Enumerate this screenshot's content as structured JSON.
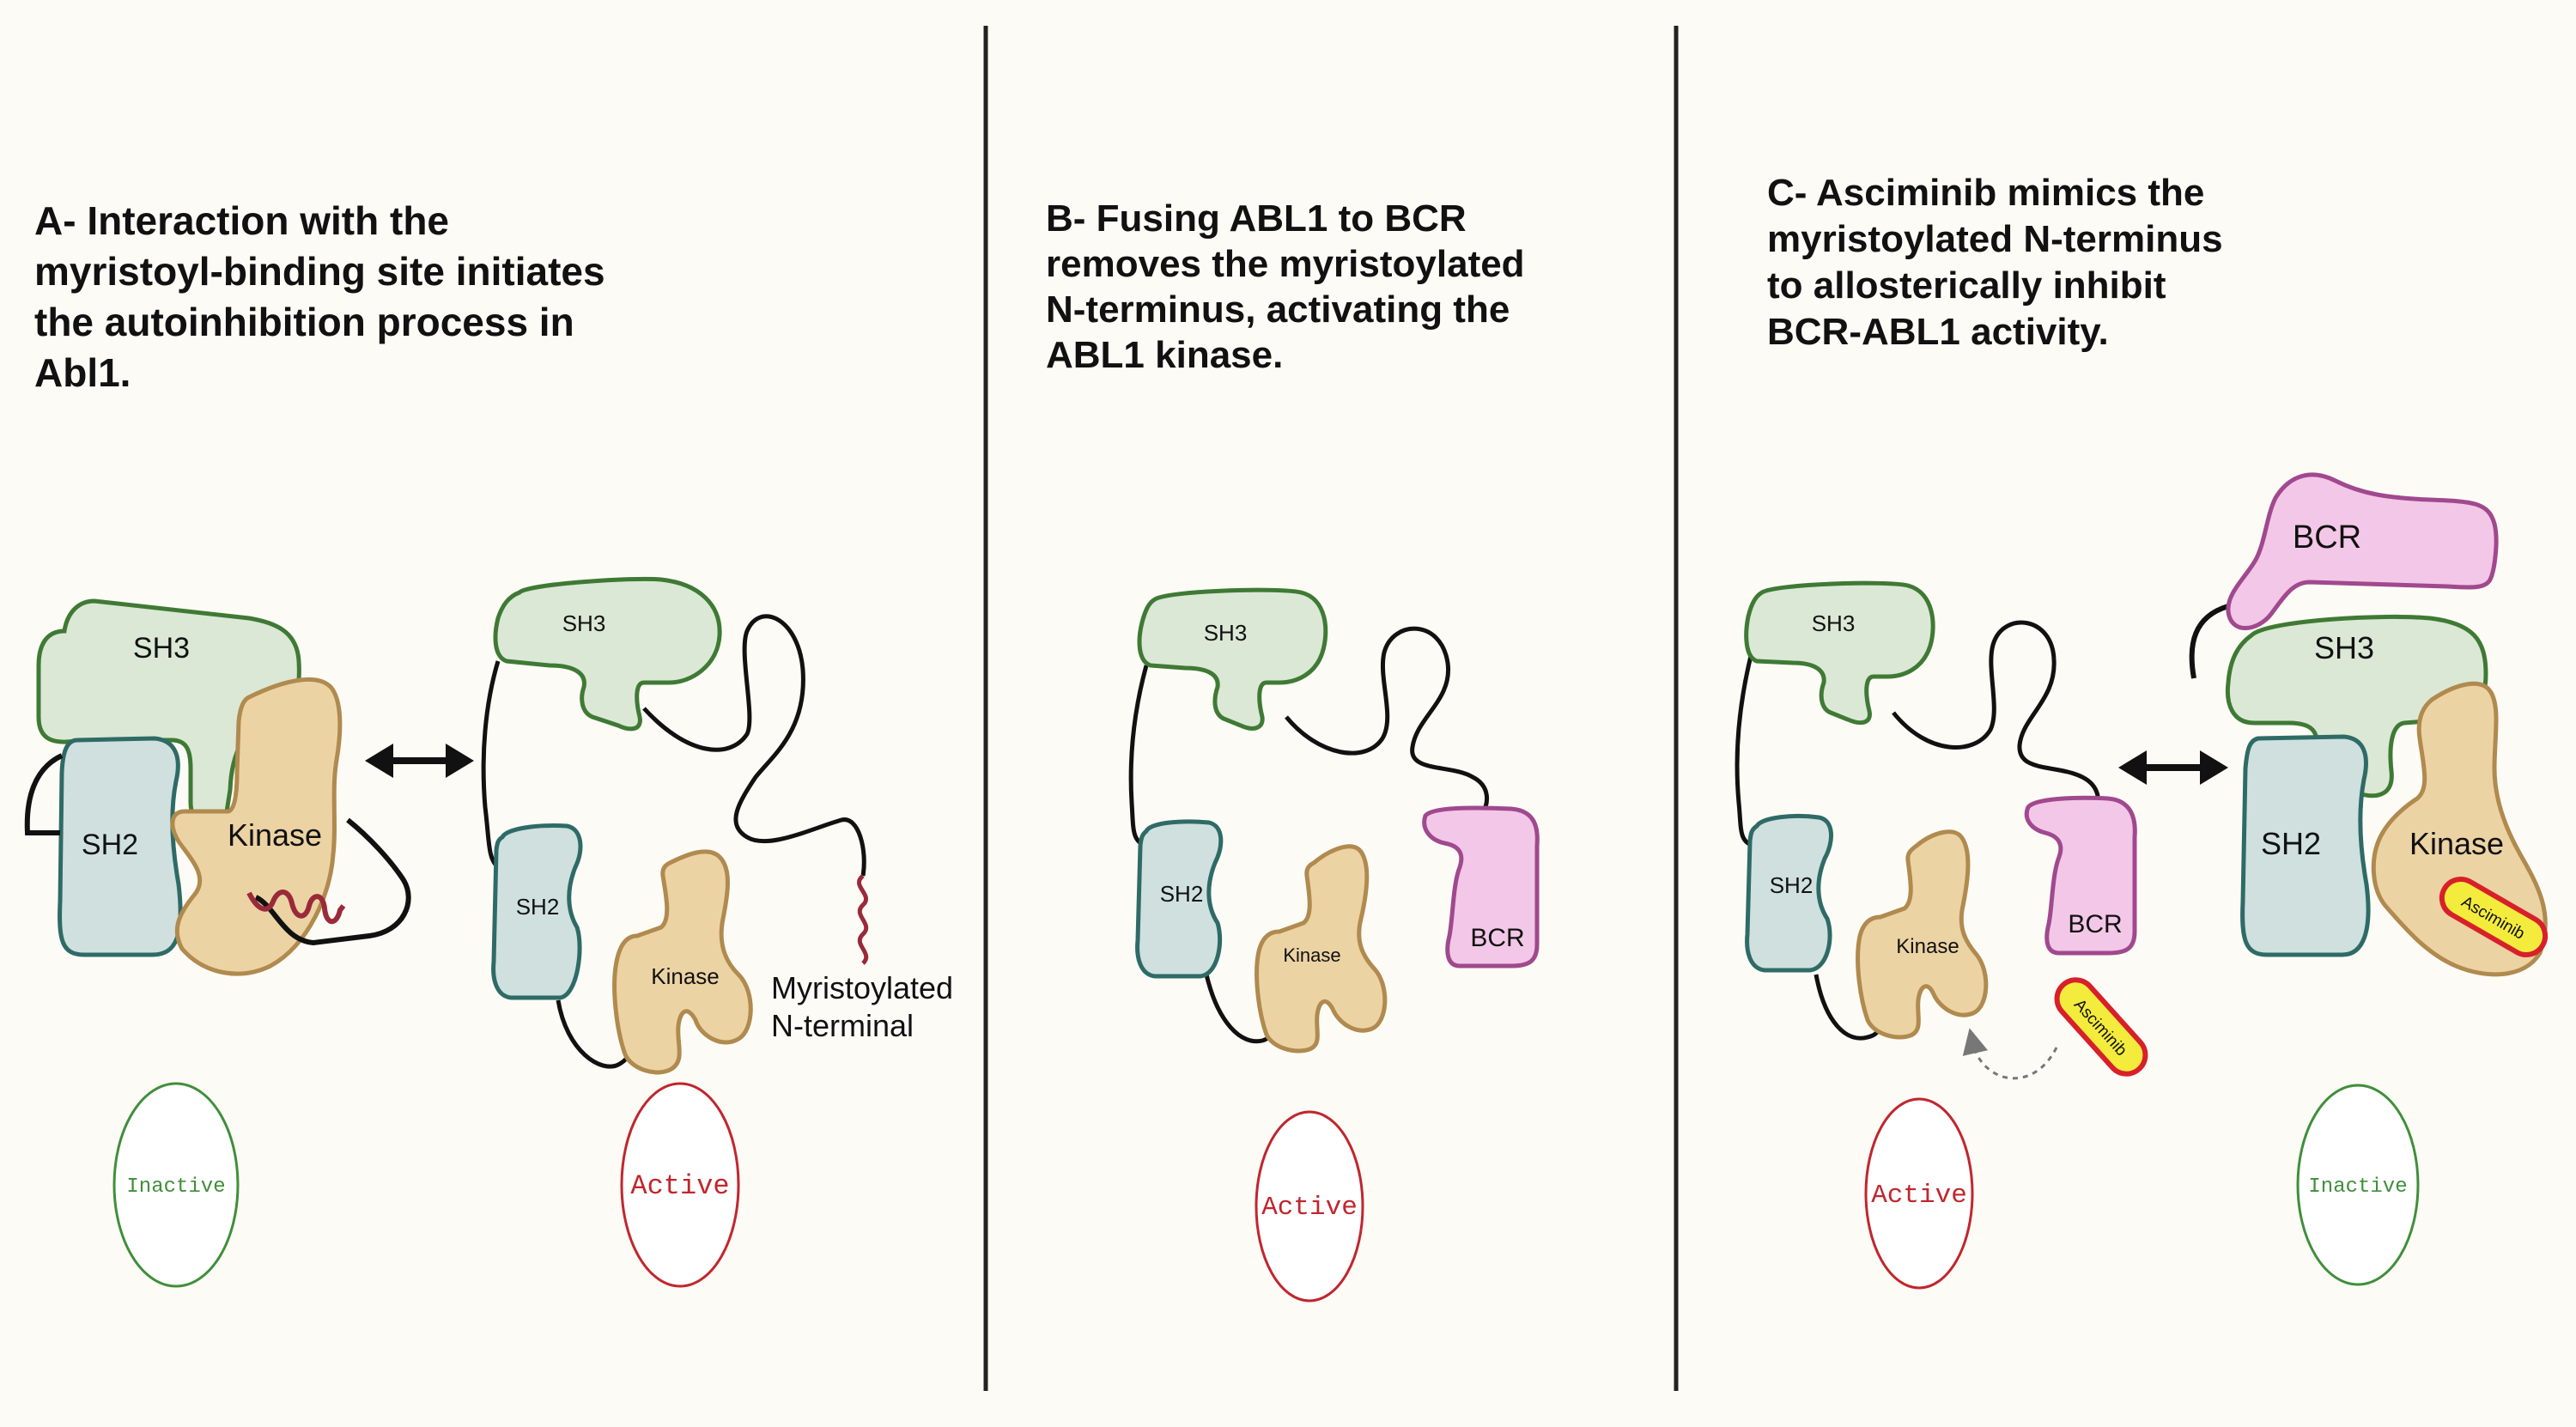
{
  "panels": {
    "a": {
      "title": "A- Interaction with the\nmyristoyl-binding site initiates\nthe autoinhibition process in\nAbl1.",
      "inactive": {
        "sh3": "SH3",
        "sh2": "SH2",
        "kinase": "Kinase",
        "state": "Inactive"
      },
      "active": {
        "sh3": "SH3",
        "sh2": "SH2",
        "kinase": "Kinase",
        "tail_label_1": "Myristoylated",
        "tail_label_2": "N-terminal",
        "state": "Active"
      }
    },
    "b": {
      "title": "B- Fusing ABL1 to BCR\nremoves the myristoylated\nN-terminus, activating the\nABL1 kinase.",
      "active": {
        "sh3": "SH3",
        "sh2": "SH2",
        "kinase": "Kinase",
        "bcr": "BCR",
        "state": "Active"
      }
    },
    "c": {
      "title": "C- Asciminib mimics the\nmyristoylated N-terminus\nto allosterically inhibit\nBCR-ABL1 activity.",
      "active": {
        "sh3": "SH3",
        "sh2": "SH2",
        "kinase": "Kinase",
        "bcr": "BCR",
        "drug": "Asciminib",
        "state": "Active"
      },
      "inactive": {
        "sh3": "SH3",
        "sh2": "SH2",
        "kinase": "Kinase",
        "bcr": "BCR",
        "drug": "Asciminib",
        "state": "Inactive"
      }
    }
  },
  "colors": {
    "sh3_fill": "#dbe8d6",
    "sh3_stroke": "#3f7a35",
    "sh2_fill": "#cfe0df",
    "sh2_stroke": "#2f6b66",
    "kinase_fill": "#ecd3a4",
    "kinase_stroke": "#b08a4e",
    "bcr_fill": "#f3c7e7",
    "bcr_stroke": "#a0498e",
    "myristoyl": "#9a2a3a",
    "drug_fill": "#f4ec3c",
    "drug_stroke": "#d8202a",
    "inactive": "#3f8f3a",
    "active": "#c0262e",
    "divider": "#222222"
  }
}
